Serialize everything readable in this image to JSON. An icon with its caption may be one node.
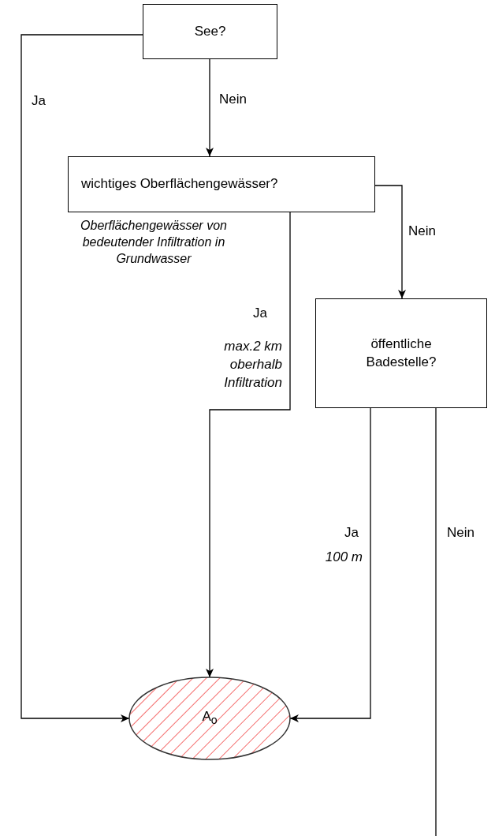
{
  "diagram": {
    "nodes": [
      {
        "text": [
          "See?"
        ]
      },
      {
        "text": [
          "wichtiges Oberflächengewässer?"
        ],
        "beside": [
          "Oberflächengewässer von bedeutender Infiltration in Grundwasser"
        ]
      },
      {
        "text": [
          "öffentliche Badestelle?"
        ]
      },
      {
        "text": [
          "A$_{o}$"
        ]
      }
    ],
    "edges": [
      {
        "from": 0,
        "to": 3,
        "arrow": "to",
        "label": "Ja"
      },
      {
        "from": 0,
        "to": 1,
        "arrow": "to",
        "label": "Nein"
      },
      {
        "from": 1,
        "to": 2,
        "arrow": "to",
        "label": "Nein"
      },
      {
        "from": 1,
        "to": 3,
        "arrow": "to",
        "label": "Ja"
      },
      {
        "from": 2,
        "to": 3,
        "arrow": "to",
        "label": "Ja"
      },
      {
        "from": 2,
        "to": null,
        "arrow": "none",
        "label": "Nein"
      }
    ],
    "labels": [
      "max.2 km oberhalb Infiltration",
      "100 m"
    ]
  }
}
